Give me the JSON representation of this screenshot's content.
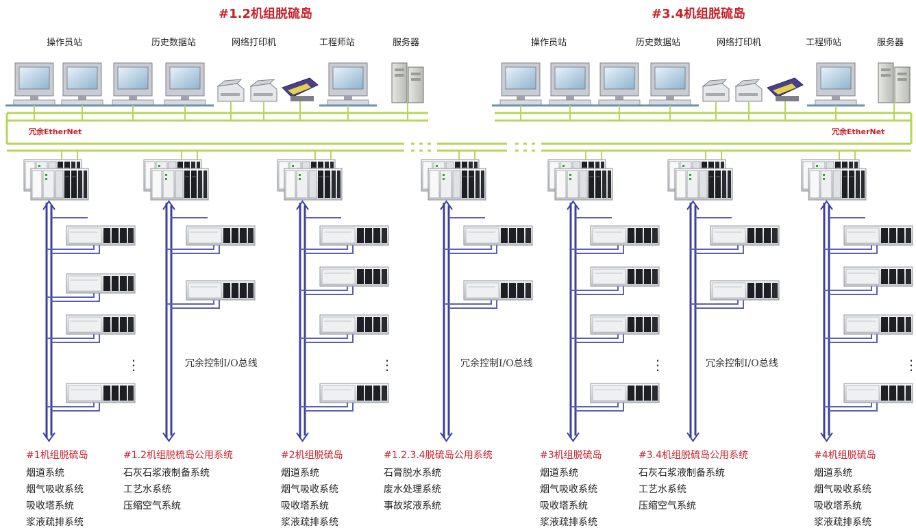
{
  "titles": {
    "left": "#1.2机组脱硫岛",
    "right": "#3.4机组脱硫岛"
  },
  "left_station_labels": [
    "操作员站",
    "历史数据站",
    "网络打印机",
    "工程师站",
    "服务器"
  ],
  "right_station_labels": [
    "操作员站",
    "历史数据站",
    "网络打印机",
    "工程师站",
    "服务器"
  ],
  "ethernet_label": "冗余EtherNet",
  "bus_label": "冗余控制I/O总线",
  "ellipsis": "⋮",
  "systems": [
    {
      "heading": "#1机组脱硫岛",
      "items": [
        "烟道系统",
        "烟气吸收系统",
        "吸收塔系统",
        "浆液疏排系统"
      ]
    },
    {
      "heading": "#1.2机组脱梳岛公用系统",
      "items": [
        "石灰石浆液制备系统",
        "工艺水系统",
        "压缩空气系统"
      ]
    },
    {
      "heading": "#2机组脱硫岛",
      "items": [
        "烟道系统",
        "烟气吸收系统",
        "吸收塔系统",
        "浆液疏排系统"
      ]
    },
    {
      "heading": "#1.2.3.4脱硫岛公用系统",
      "items": [
        "石膏脱水系统",
        "废水处理系统",
        "事故浆液系统"
      ]
    },
    {
      "heading": "#3机组脱硫岛",
      "items": [
        "烟道系统",
        "烟气吸收系统",
        "吸收塔系统",
        "浆液疏排系统"
      ]
    },
    {
      "heading": "#3.4机组脱硫岛公用系统",
      "items": [
        "石灰石浆液制备系统",
        "工艺水系统",
        "压缩空气系统"
      ]
    },
    {
      "heading": "#4机组脱硫岛",
      "items": [
        "烟道系统",
        "烟气吸收系统",
        "吸收塔系统",
        "浆液疏排系统"
      ]
    }
  ],
  "colors": {
    "title": "#c8202a",
    "ethernet_line": "#b6d65a",
    "io_bus": "#3d3f9e",
    "io_drop": "#5b5fb6",
    "monitor_frame": "#c9ccd2",
    "monitor_screen": "#a9c6dc",
    "plc_body": "#e3e5e8"
  }
}
